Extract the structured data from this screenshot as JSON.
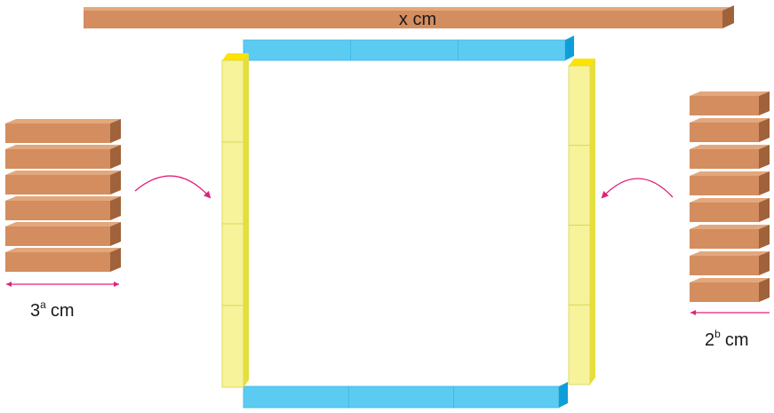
{
  "top_rod": {
    "label": "x cm"
  },
  "left_stack": {
    "base": "3",
    "exponent": "a",
    "unit": "cm",
    "brick_count": 6
  },
  "right_stack": {
    "base": "2",
    "exponent": "b",
    "unit": "cm",
    "brick_count": 8
  },
  "frame": {
    "top_segments": 3,
    "bottom_segments": 3,
    "left_segments": 4,
    "right_segments": 4
  },
  "colors": {
    "brick_front": "#d48d5f",
    "brick_top": "#e3a77c",
    "brick_side": "#a0623a",
    "blue_front": "#5ccbf2",
    "blue_top": "#8fdcf7",
    "blue_side": "#0f9fd8",
    "yellow_front": "#f7f39b",
    "yellow_top": "#fde300",
    "yellow_side": "#e4de3e",
    "arrow": "#e0207a"
  }
}
